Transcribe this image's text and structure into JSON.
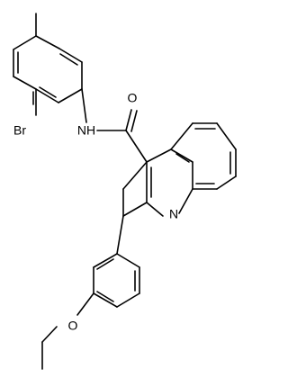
{
  "molecule": {
    "atoms": {
      "o_carbonyl": "O",
      "nh": "NH",
      "br": "Br",
      "n_ring": "N",
      "o_ether": "O"
    },
    "colors": {
      "bond": "#000000",
      "label": "#000000",
      "background": "#ffffff"
    }
  }
}
